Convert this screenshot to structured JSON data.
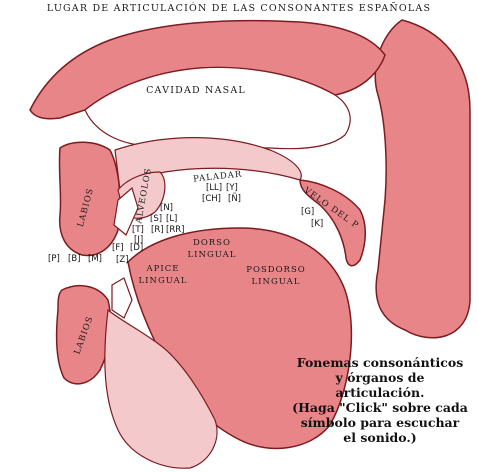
{
  "title": "LUGAR DE ARTICULACIÓN DE LAS CONSONANTES ESPAÑOLAS",
  "colors": {
    "fill": "#e88589",
    "outline": "#7a1c20",
    "background": "#ffffff"
  },
  "regions": {
    "cavidad_nasal": "CAVIDAD NASAL",
    "paladar": "PALADAR",
    "velo": "VELO DEL P",
    "alveolos": "ALVEOLOS",
    "labios_top": "LABIOS",
    "labios_bottom": "LABIOS",
    "dorso_1": "DORSO",
    "dorso_2": "LINGUAL",
    "apice_1": "APICE",
    "apice_2": "LINGUAL",
    "posdorso_1": "POSDORSO",
    "posdorso_2": "LINGUAL"
  },
  "symbols": {
    "p": "[P]",
    "b": "[B]",
    "m": "[M]",
    "f": "[F]",
    "d": "[D]",
    "z": "[Z]",
    "t": "[T]",
    "j": "[J]",
    "r": "[R]",
    "rr": "[RR]",
    "s": "[S]",
    "l": "[L]",
    "n": "[N]",
    "ll": "[LL]",
    "y": "[Y]",
    "ch": "[CH]",
    "nn": "[Ñ]",
    "g": "[G]",
    "k": "[K]"
  },
  "instructions": {
    "line1": "Fonemas consonánticos",
    "line2": "y órganos de articulación.",
    "line3": "(Haga \"Click\" sobre cada",
    "line4": "símbolo para escuchar",
    "line5": "el sonido.)"
  }
}
